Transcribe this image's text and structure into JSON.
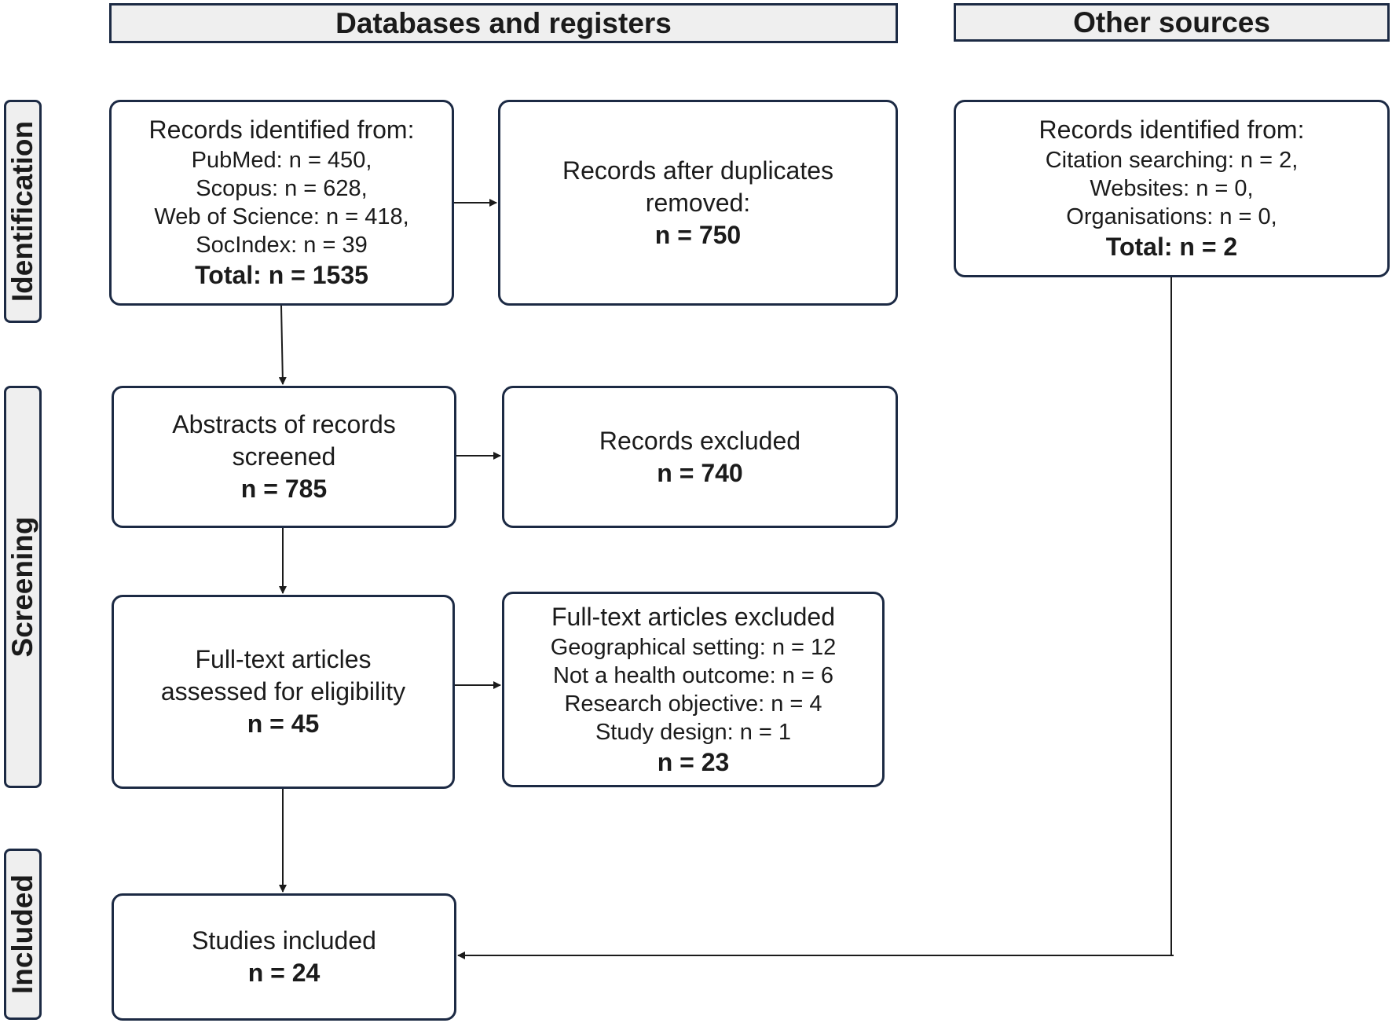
{
  "headers": {
    "databases": "Databases and registers",
    "other_sources": "Other sources"
  },
  "phases": {
    "identification": "Identification",
    "screening": "Screening",
    "included": "Included"
  },
  "boxes": {
    "identified_databases": {
      "heading": "Records identified from:",
      "items": [
        "PubMed: n = 450,",
        "Scopus: n = 628,",
        "Web of Science: n = 418,",
        "SocIndex: n = 39"
      ],
      "total": "Total: n = 1535"
    },
    "after_duplicates": {
      "lines": [
        "Records after duplicates",
        "removed:"
      ],
      "count": "n = 750"
    },
    "identified_other": {
      "heading": "Records identified from:",
      "items": [
        "Citation searching: n = 2,",
        "Websites: n = 0,",
        "Organisations: n = 0,"
      ],
      "total": "Total: n = 2"
    },
    "abstracts_screened": {
      "lines": [
        "Abstracts of records",
        "screened"
      ],
      "count": "n = 785"
    },
    "records_excluded": {
      "lines": [
        "Records excluded"
      ],
      "count": "n = 740"
    },
    "fulltext_assessed": {
      "lines": [
        "Full-text articles",
        "assessed for eligibility"
      ],
      "count": "n = 45"
    },
    "fulltext_excluded": {
      "heading": "Full-text articles excluded",
      "items": [
        "Geographical setting: n = 12",
        "Not a health outcome: n  = 6",
        "Research objective: n = 4",
        "Study design: n = 1"
      ],
      "count": "n = 23"
    },
    "studies_included": {
      "lines": [
        "Studies included"
      ],
      "count": "n = 24"
    }
  },
  "colors": {
    "border": "#1c2a44",
    "header_fill": "#efefef",
    "box_fill": "#ffffff",
    "arrow": "#1b1b1b"
  }
}
